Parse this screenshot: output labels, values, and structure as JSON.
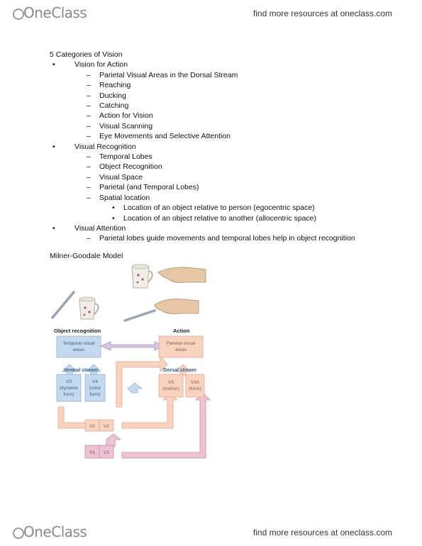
{
  "header": {
    "logo": "OneClass",
    "link": "find more resources at oneclass.com"
  },
  "footer": {
    "logo": "OneClass",
    "link": "find more resources at oneclass.com"
  },
  "heading": "5 Categories of Vision",
  "outline": [
    {
      "level": 1,
      "text": "Vision for Action"
    },
    {
      "level": 2,
      "text": "Parietal Visual Areas in the Dorsal Stream"
    },
    {
      "level": 2,
      "text": "Reaching"
    },
    {
      "level": 2,
      "text": "Ducking"
    },
    {
      "level": 2,
      "text": "Catching"
    },
    {
      "level": 2,
      "text": "Action for Vision"
    },
    {
      "level": 2,
      "text": "Visual Scanning"
    },
    {
      "level": 2,
      "text": "Eye Movements and Selective Attention"
    },
    {
      "level": 1,
      "text": "Visual Recognition"
    },
    {
      "level": 2,
      "text": "Temporal Lobes"
    },
    {
      "level": 2,
      "text": "Object Recognition"
    },
    {
      "level": 2,
      "text": "Visual Space"
    },
    {
      "level": 2,
      "text": "Parietal (and Temporal Lobes)"
    },
    {
      "level": 2,
      "text": "Spatial location"
    },
    {
      "level": 3,
      "text": "Location of an object relative to person (egocentric space)"
    },
    {
      "level": 3,
      "text": "Location of an object relative to another (allocentric space)"
    },
    {
      "level": 1,
      "text": "Visual Attention"
    },
    {
      "level": 2,
      "text": "Parietal lobes guide movements and temporal lobes help in object recognition"
    }
  ],
  "model_title": "Milner-Goodale Model",
  "figure": {
    "object_recognition": "Object recognition",
    "action": "Action",
    "temporal_areas": [
      "Temporal visual",
      "areas"
    ],
    "parietal_areas": [
      "Parietal visual",
      "areas"
    ],
    "ventral_stream": "Ventral stream",
    "dorsal_stream": "Dorsal stream",
    "v3": [
      "V3",
      "(dynamic",
      "form)"
    ],
    "v4": [
      "V4",
      "(color",
      "form)"
    ],
    "v5": [
      "V5",
      "(motion)"
    ],
    "v3a": [
      "V3A",
      "(form)"
    ],
    "v2": "V2",
    "v1": "V1",
    "colors": {
      "blue": "#c5d9ee",
      "blue_edge": "#8fb1d6",
      "orange": "#f7d3c0",
      "orange_edge": "#e7a98c",
      "pink": "#ecc3d3",
      "pink_edge": "#cf8aa7"
    }
  }
}
